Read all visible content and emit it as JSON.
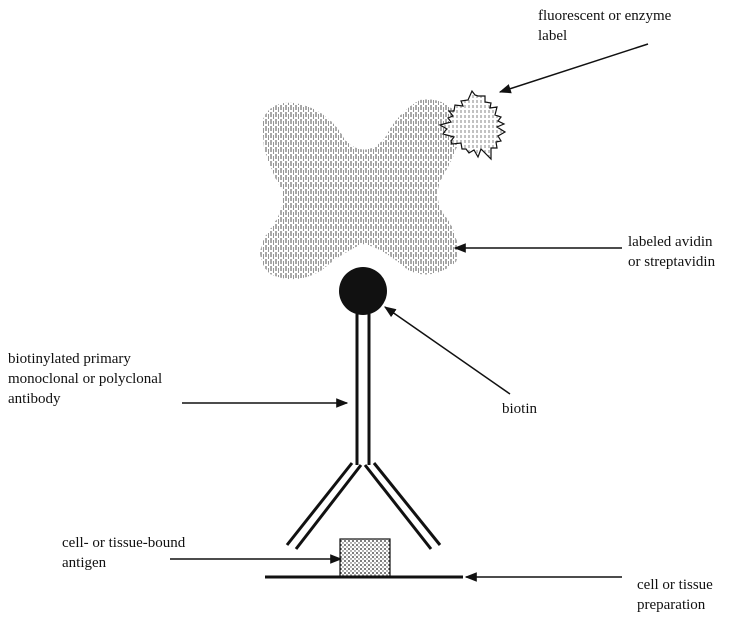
{
  "labels": {
    "enzyme_label": [
      "fluorescent or enzyme",
      "label"
    ],
    "avidin": [
      "labeled avidin",
      "or streptavidin"
    ],
    "primary_antibody": [
      "biotinylated primary",
      "monoclonal or polyclonal",
      "antibody"
    ],
    "biotin": [
      "biotin"
    ],
    "antigen": [
      "cell- or tissue-bound",
      "antigen"
    ],
    "cell_prep": [
      "cell or tissue",
      "preparation"
    ]
  },
  "colors": {
    "ink": "#111111",
    "stipple": "#6f6f6f",
    "background": "#ffffff"
  }
}
